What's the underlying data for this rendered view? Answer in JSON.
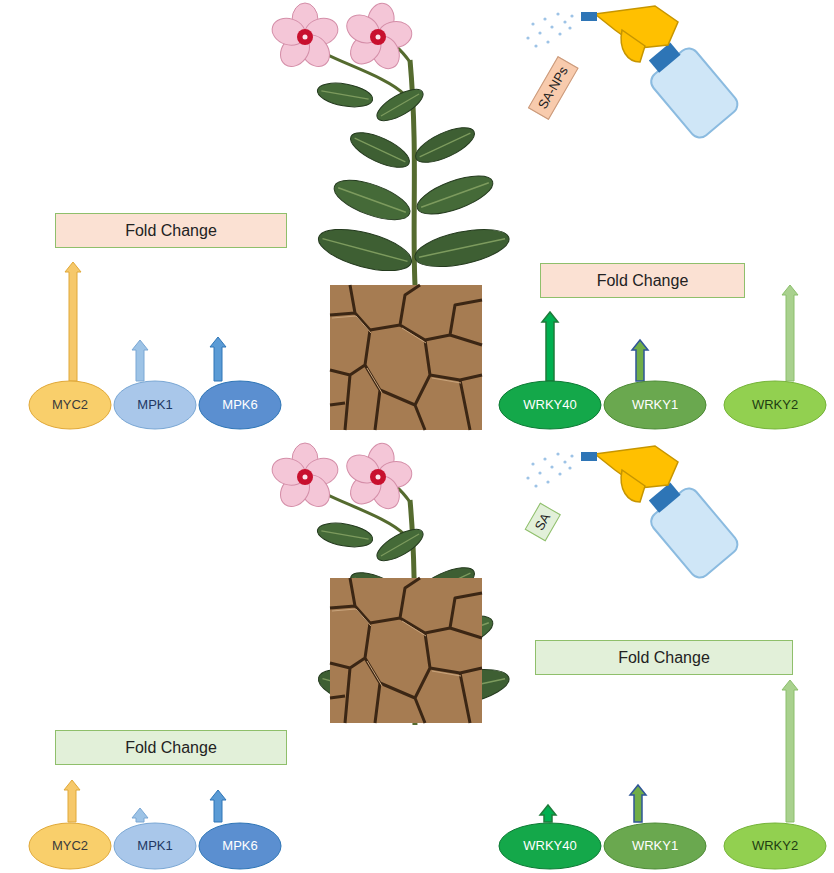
{
  "diagram": {
    "nodes": [
      {
        "text": [
          "SA-NPs"
        ]
      },
      {
        "text": [
          "Fold Change"
        ]
      },
      {
        "text": [
          "Fold Change"
        ]
      },
      {
        "text": [
          "MYC2"
        ]
      },
      {
        "text": [
          "MPK1"
        ]
      },
      {
        "text": [
          "MPK6"
        ]
      },
      {
        "text": [
          "WRKY40"
        ]
      },
      {
        "text": [
          "WRKY1"
        ]
      },
      {
        "text": [
          "WRKY2"
        ]
      },
      {
        "text": [
          "SA"
        ]
      },
      {
        "text": [
          "Fold Change"
        ]
      },
      {
        "text": [
          "Fold Change"
        ]
      },
      {
        "text": [
          "MYC2"
        ]
      },
      {
        "text": [
          "MPK1"
        ]
      },
      {
        "text": [
          "MPK6"
        ]
      },
      {
        "text": [
          "WRKY40"
        ]
      },
      {
        "text": [
          "WRKY1"
        ]
      },
      {
        "text": [
          "WRKY2"
        ]
      }
    ]
  }
}
